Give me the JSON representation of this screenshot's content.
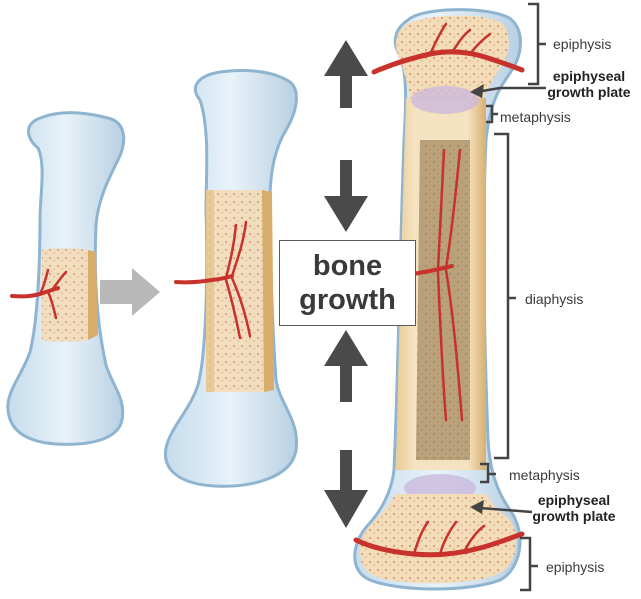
{
  "labels": {
    "epiphysis_top": "epiphysis",
    "growth_plate_top_line1": "epiphyseal",
    "growth_plate_top_line2": "growth plate",
    "metaphysis_top": "metaphysis",
    "diaphysis": "diaphysis",
    "metaphysis_bottom": "metaphysis",
    "growth_plate_bottom_line1": "epiphyseal",
    "growth_plate_bottom_line2": "growth plate",
    "epiphysis_bottom": "epiphysis"
  },
  "center_box": {
    "line1": "bone",
    "line2": "growth"
  },
  "colors": {
    "cartilage": "#d6e8f3",
    "cartilage_edge": "#8fb4cf",
    "bone": "#f1ddb9",
    "bone_edge": "#c89a55",
    "marrow": "#8a7048",
    "vessel": "#c8322c",
    "arrow": "#4a4a4a",
    "gray_arrow": "#b8b8b8"
  }
}
